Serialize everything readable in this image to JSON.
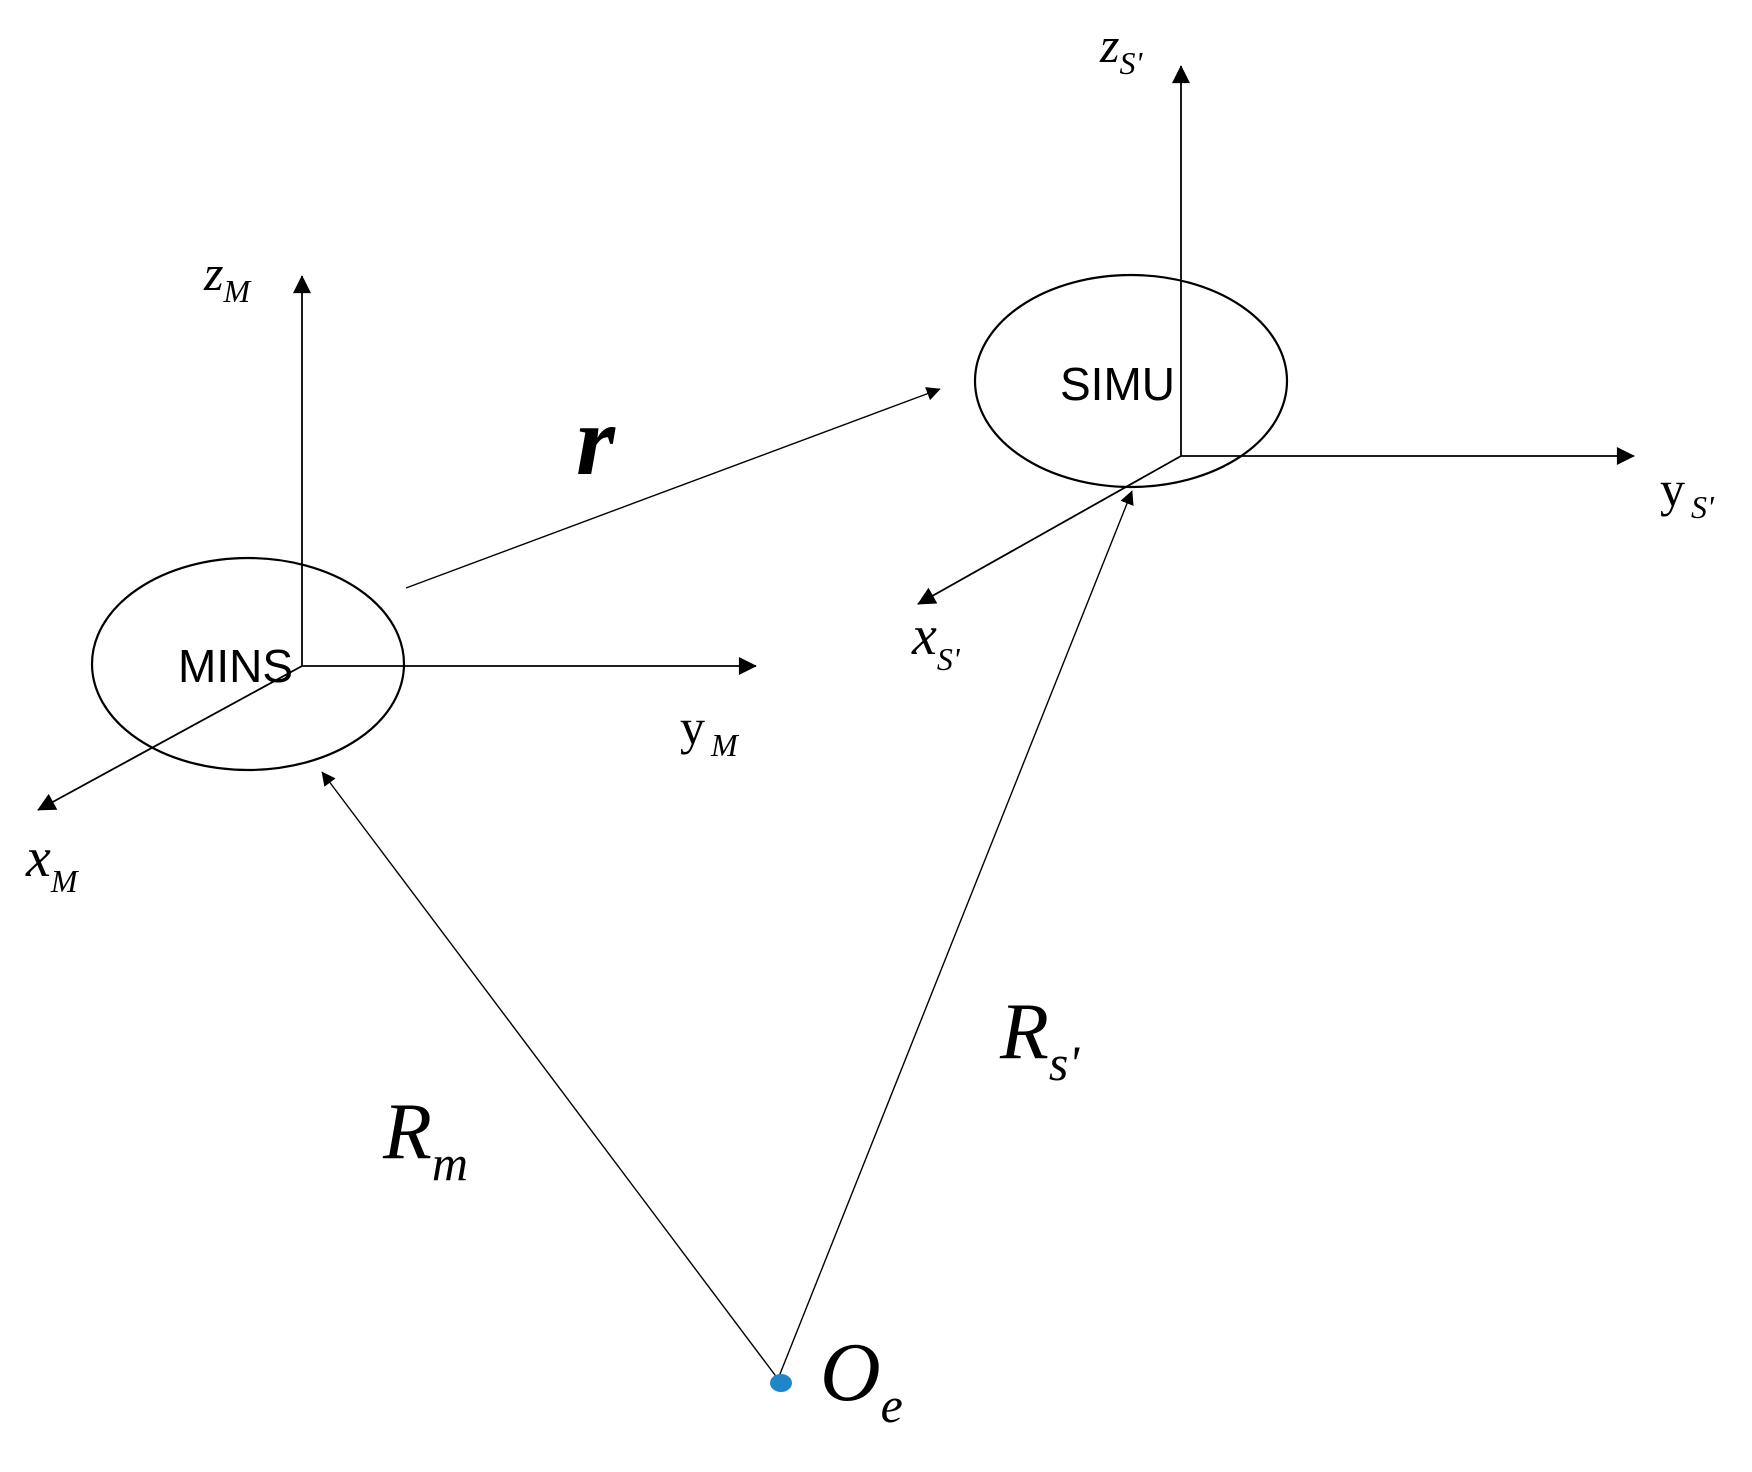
{
  "nodes": {
    "mins": {
      "label": "MINS"
    },
    "simu": {
      "label": "SIMU"
    }
  },
  "mins_axes": {
    "z": {
      "base": "z",
      "sub": "M"
    },
    "y": {
      "base": "y",
      "sub": "M"
    },
    "x": {
      "base": "x",
      "sub": "M"
    }
  },
  "simu_axes": {
    "z": {
      "base": "z",
      "sub": "S'"
    },
    "y": {
      "base": "y",
      "sub": "S'"
    },
    "x": {
      "base": "x",
      "sub": "S'"
    }
  },
  "vectors": {
    "r": {
      "label": "r"
    },
    "rm": {
      "base": "R",
      "sub": "m"
    },
    "rs": {
      "base": "R",
      "sub": "s'"
    }
  },
  "origin": {
    "base": "O",
    "sub": "e",
    "color": "#1f86c8"
  }
}
